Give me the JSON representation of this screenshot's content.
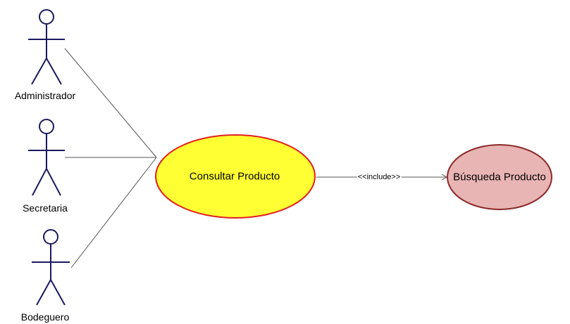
{
  "colors": {
    "actor_stroke": "#1a1a5e",
    "actor_head_fill": "#ffffff",
    "association_line": "#555555",
    "primary_usecase_fill": "#ffff33",
    "primary_usecase_stroke": "#e02020",
    "secondary_usecase_fill": "#e8b4b4",
    "secondary_usecase_stroke": "#8b2a2a"
  },
  "actors": [
    {
      "id": "admin",
      "label": "Administrador"
    },
    {
      "id": "secretaria",
      "label": "Secretaria"
    },
    {
      "id": "bodeguero",
      "label": "Bodeguero"
    }
  ],
  "use_cases": {
    "primary": {
      "label": "Consultar Producto"
    },
    "secondary": {
      "label": "Búsqueda Producto"
    }
  },
  "relationship": {
    "label": "<<include>>"
  }
}
